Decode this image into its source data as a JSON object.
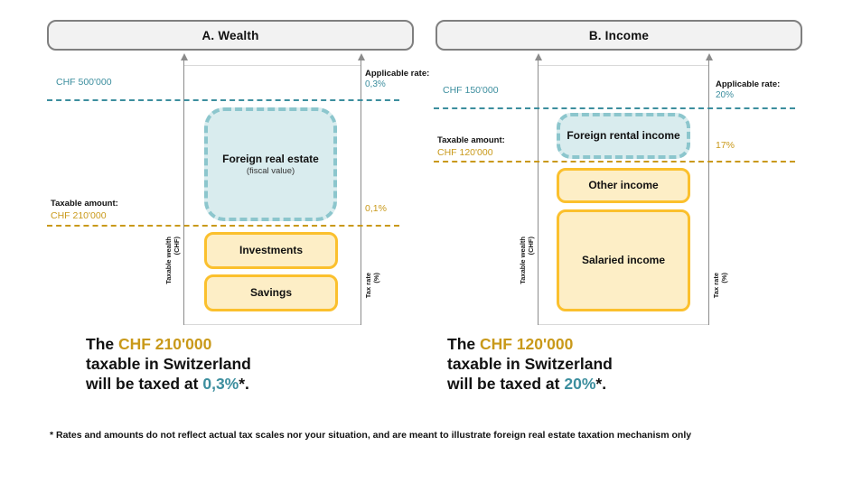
{
  "footnote": "* Rates and amounts do not reflect actual tax scales nor your situation, and are meant to illustrate foreign real estate taxation mechanism only",
  "colors": {
    "teal": "#3c8e9e",
    "teal_fill": "#d9ecee",
    "teal_border": "#8cc6cd",
    "gold": "#c9991a",
    "gold_fill": "#fdeec6",
    "gold_border": "#fbc02d",
    "header_border": "#7f7f7f",
    "header_fill": "#f2f2f2",
    "axis": "#8c8c8c"
  },
  "chart_data": [
    {
      "type": "bar",
      "title": "A. Wealth",
      "ylabel": "Taxable wealth (CHF)",
      "y2label": "Tax rate (%)",
      "categories": [
        "Savings",
        "Investments",
        "Foreign real estate (fiscal value)"
      ],
      "values": [
        105000,
        105000,
        290000
      ],
      "thresholds": [
        {
          "label": "CHF 500'000",
          "value": 500000,
          "color": "teal",
          "rate": "0,3%",
          "rate_caption": "Applicable rate:"
        },
        {
          "label": "CHF 210'000",
          "value": 210000,
          "color": "gold",
          "rate": "0,1%",
          "rate_caption": "Taxable amount:"
        }
      ],
      "ylim": [
        0,
        560000
      ]
    },
    {
      "type": "bar",
      "title": "B. Income",
      "ylabel": "Taxable wealth (CHF)",
      "y2label": "Tax rate (%)",
      "categories": [
        "Salaried income",
        "Other income",
        "Foreign rental income"
      ],
      "values": [
        85000,
        35000,
        30000
      ],
      "thresholds": [
        {
          "label": "CHF 150'000",
          "value": 150000,
          "color": "teal",
          "rate": "20%",
          "rate_caption": "Applicable rate:"
        },
        {
          "label": "CHF 120'000",
          "value": 120000,
          "color": "gold",
          "rate": "17%",
          "rate_caption": "Taxable amount:"
        }
      ],
      "ylim": [
        0,
        170000
      ]
    }
  ],
  "panel_a": {
    "title": "A. Wealth",
    "axis_left": "Taxable wealth\n(CHF)",
    "axis_left_l1": "Taxable wealth",
    "axis_left_l2": "(CHF)",
    "axis_right_l1": "Tax rate",
    "axis_right_l2": "(%)",
    "upper_threshold_label": "CHF 500'000",
    "lower_threshold_caption": "Taxable amount:",
    "lower_threshold_value": "CHF 210'000",
    "applicable_rate_caption": "Applicable rate:",
    "applicable_rate_value": "0,3%",
    "lower_rate_value": "0,1%",
    "blocks": [
      {
        "name": "Foreign real estate",
        "sub": "(fiscal value)",
        "style": "teal"
      },
      {
        "name": "Investments",
        "sub": "",
        "style": "gold"
      },
      {
        "name": "Savings",
        "sub": "",
        "style": "gold"
      }
    ],
    "conclusion": {
      "w1": "The ",
      "amount": "CHF 210'000",
      "line2": "taxable in Switzerland",
      "w2": "will be taxed at ",
      "rate": "0,3%",
      "tail": "*."
    }
  },
  "panel_b": {
    "title": "B. Income",
    "axis_left_l1": "Taxable wealth",
    "axis_left_l2": "(CHF)",
    "axis_right_l1": "Tax rate",
    "axis_right_l2": "(%)",
    "upper_threshold_label": "CHF 150'000",
    "lower_threshold_caption": "Taxable amount:",
    "lower_threshold_value": "CHF 120'000",
    "applicable_rate_caption": "Applicable rate:",
    "applicable_rate_value": "20%",
    "lower_rate_value": "17%",
    "blocks": [
      {
        "name": "Foreign rental income",
        "sub": "",
        "style": "teal"
      },
      {
        "name": "Other income",
        "sub": "",
        "style": "gold"
      },
      {
        "name": "Salaried income",
        "sub": "",
        "style": "gold"
      }
    ],
    "conclusion": {
      "w1": "The ",
      "amount": "CHF 120'000",
      "line2": "taxable in Switzerland",
      "w2": "will be taxed at ",
      "rate": "20%",
      "tail": "*."
    }
  }
}
